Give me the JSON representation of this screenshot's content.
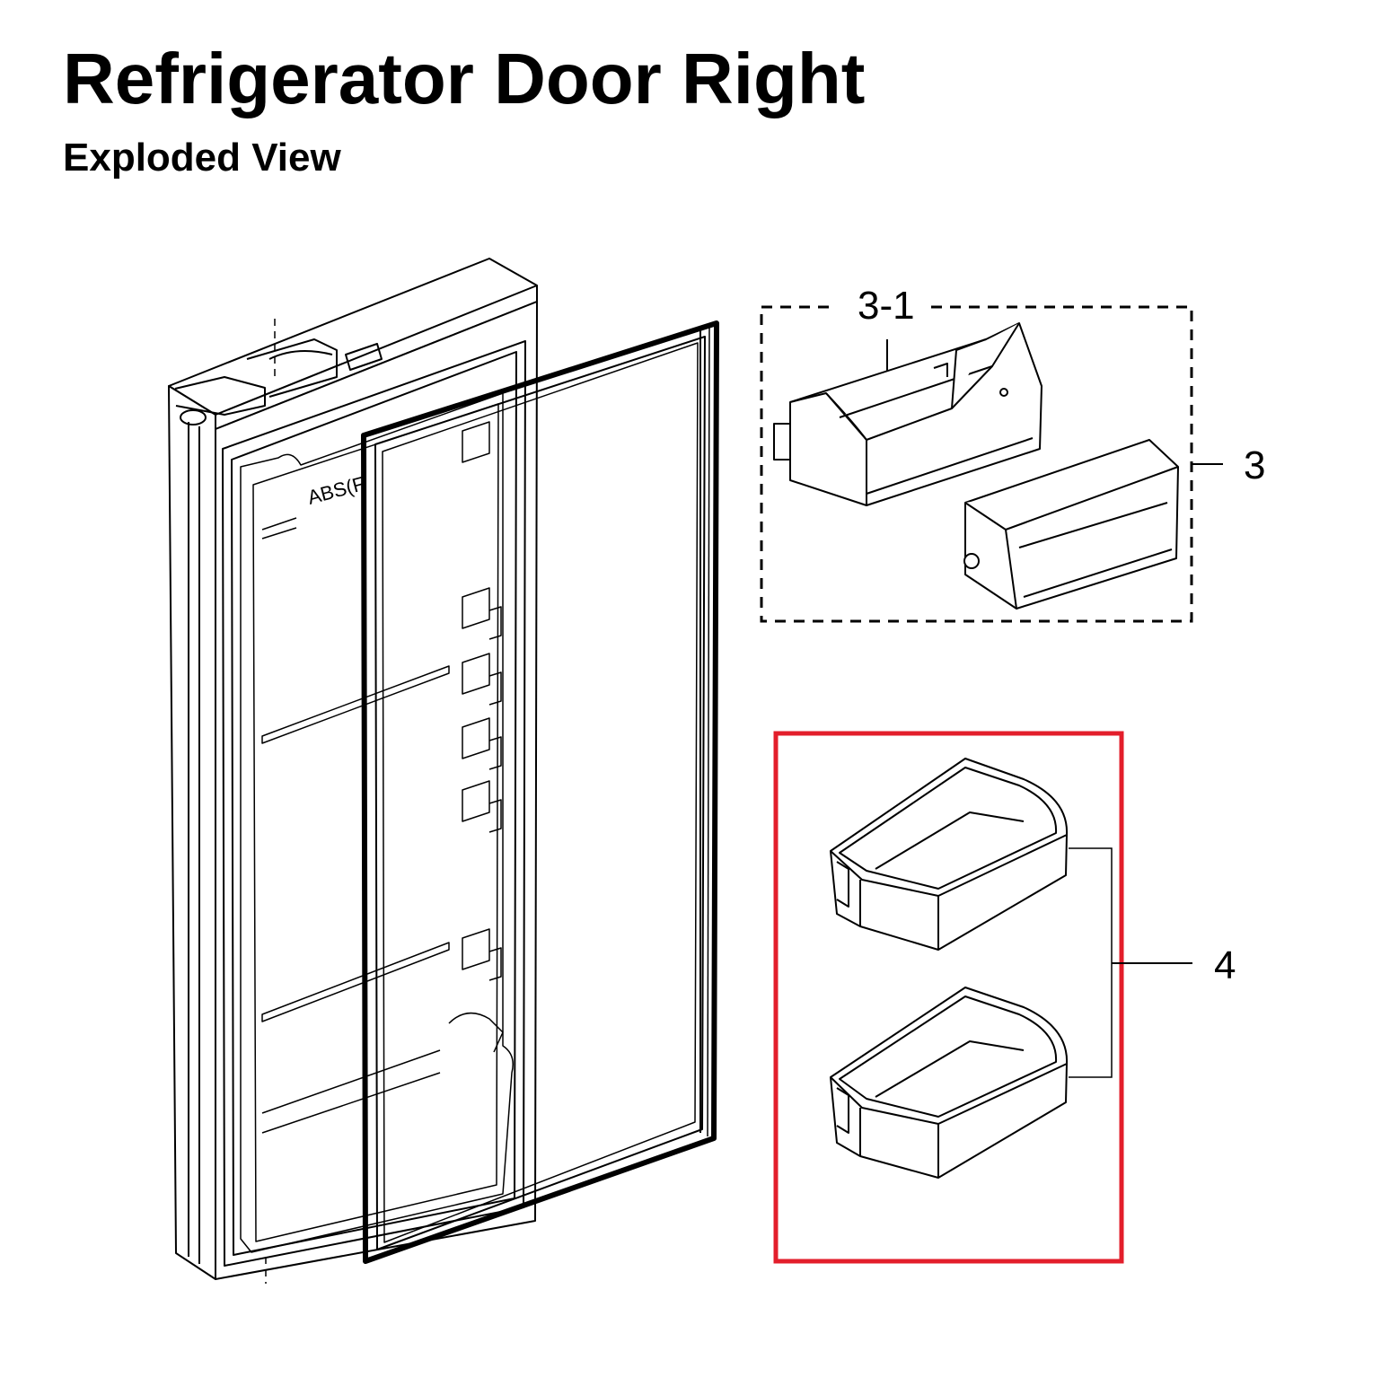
{
  "title": "Refrigerator Door Right",
  "subtitle": "Exploded View",
  "door_stamp": "ABS(F",
  "callouts": {
    "part_3_1": "3-1",
    "part_3": "3",
    "part_4": "4"
  },
  "colors": {
    "highlight_box": "#e31e2b",
    "line": "#000000"
  }
}
